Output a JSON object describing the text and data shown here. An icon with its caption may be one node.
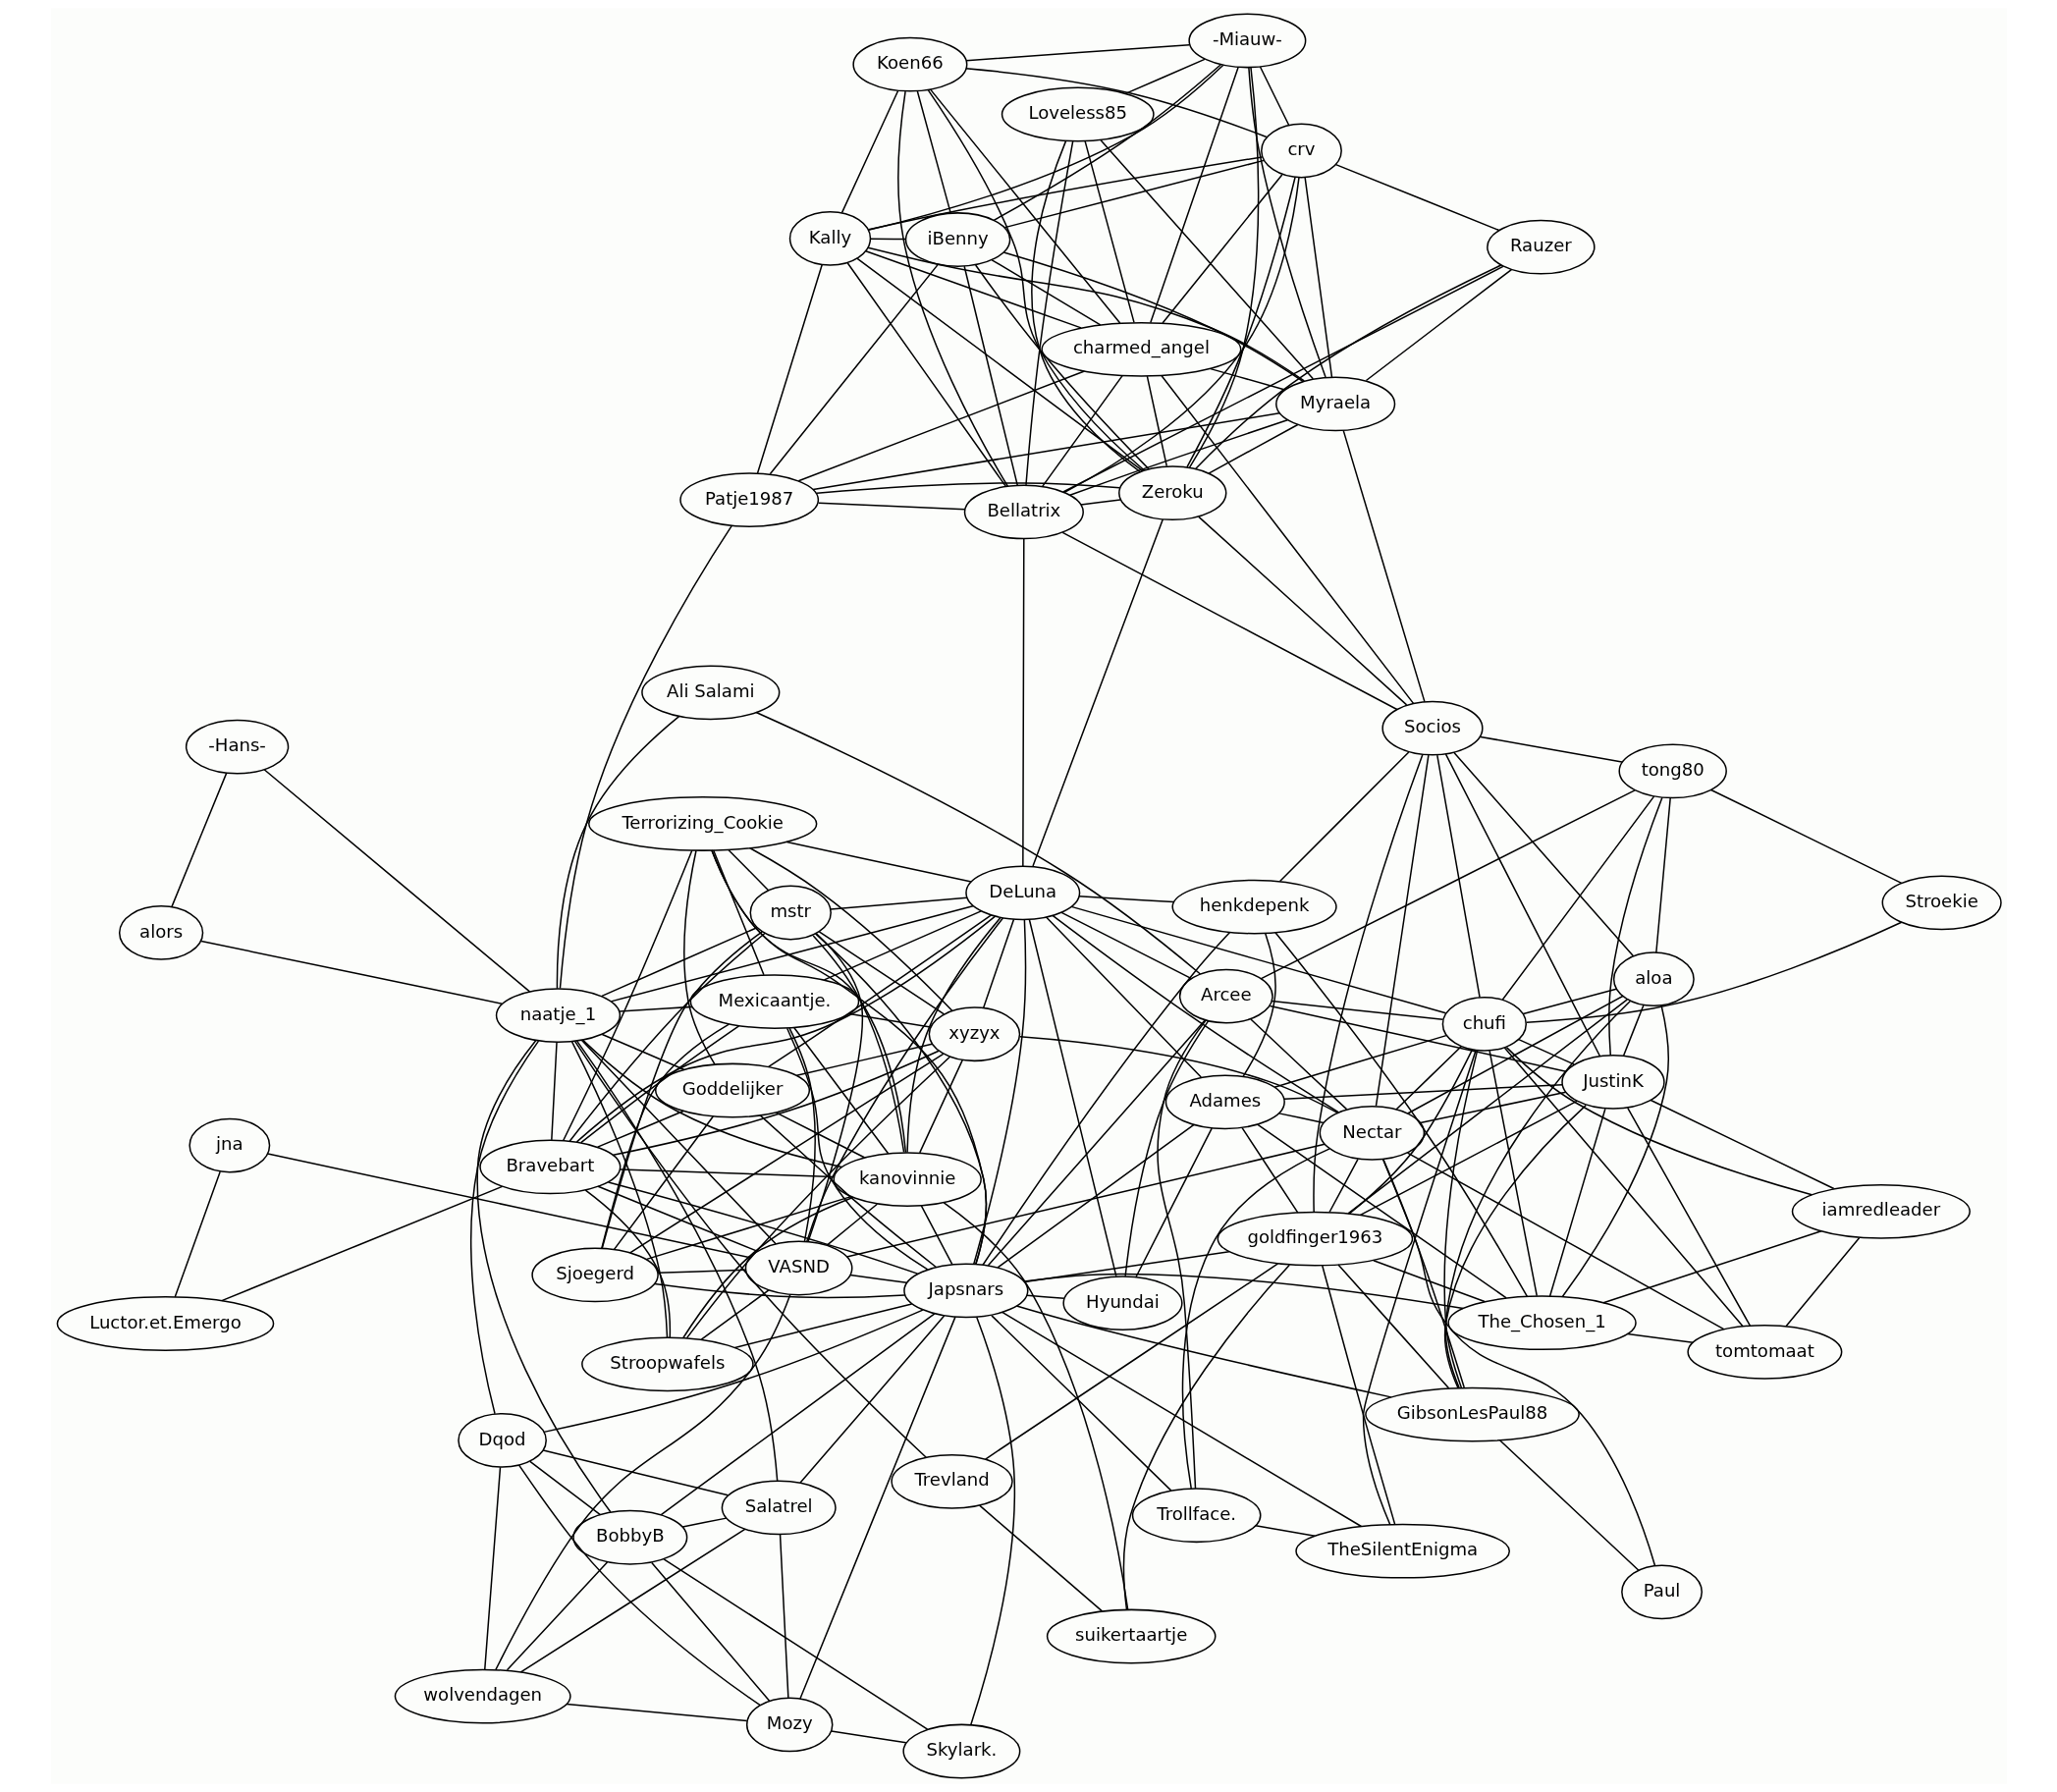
{
  "diagram": {
    "nodes": [
      {
        "text": [
          "Sjoegerd"
        ]
      },
      {
        "text": [
          "Luctor.et.Emergo"
        ]
      },
      {
        "text": [
          "wolvendagen"
        ]
      },
      {
        "text": [
          "jna"
        ]
      },
      {
        "text": [
          "Mozy"
        ]
      },
      {
        "text": [
          "Trollface."
        ]
      },
      {
        "text": [
          "Terrorizing_Cookie"
        ]
      },
      {
        "text": [
          "Stroopwafels"
        ]
      },
      {
        "text": [
          "Trevland"
        ]
      },
      {
        "text": [
          "suikertaartje"
        ]
      },
      {
        "text": [
          "Salatrel"
        ]
      },
      {
        "text": [
          "alors"
        ]
      },
      {
        "text": [
          "Paul"
        ]
      },
      {
        "text": [
          "Bravebart"
        ]
      },
      {
        "text": [
          "Mexicaantje."
        ]
      },
      {
        "text": [
          "Goddelijker"
        ]
      },
      {
        "text": [
          "TheSilentEnigma"
        ]
      },
      {
        "text": [
          "xyzyx"
        ]
      },
      {
        "text": [
          "Dqod"
        ]
      },
      {
        "text": [
          "BobbyB"
        ]
      },
      {
        "text": [
          "GibsonLesPaul88"
        ]
      },
      {
        "text": [
          "kanovinnie"
        ]
      },
      {
        "text": [
          "Japsnars"
        ]
      },
      {
        "text": [
          "VASND"
        ]
      },
      {
        "text": [
          "naatje_1"
        ]
      },
      {
        "text": [
          "goldfinger1963"
        ]
      },
      {
        "text": [
          "The_Chosen_1"
        ]
      },
      {
        "text": [
          "iamredleader"
        ]
      },
      {
        "text": [
          "mstr"
        ]
      },
      {
        "text": [
          "DeLuna"
        ]
      },
      {
        "text": [
          "-Hans-"
        ]
      },
      {
        "text": [
          "Skylark."
        ]
      },
      {
        "text": [
          "Adames"
        ]
      },
      {
        "text": [
          "Ali Salami"
        ]
      },
      {
        "text": [
          "Nectar"
        ]
      },
      {
        "text": [
          "Hyundai"
        ]
      },
      {
        "text": [
          "JustinK"
        ]
      },
      {
        "text": [
          "henkdepenk"
        ]
      },
      {
        "text": [
          "Patje1987"
        ]
      },
      {
        "text": [
          "Kally"
        ]
      },
      {
        "text": [
          "chufi"
        ]
      },
      {
        "text": [
          "Arcee"
        ]
      },
      {
        "text": [
          "Bellatrix"
        ]
      },
      {
        "text": [
          "Zeroku"
        ]
      },
      {
        "text": [
          "tomtomaat"
        ]
      },
      {
        "text": [
          "aloa"
        ]
      },
      {
        "text": [
          "Rauzer"
        ]
      },
      {
        "text": [
          "Socios"
        ]
      },
      {
        "text": [
          "Myraela"
        ]
      },
      {
        "text": [
          "iBenny"
        ]
      },
      {
        "text": [
          "charmed_angel"
        ]
      },
      {
        "text": [
          "Stroekie"
        ]
      },
      {
        "text": [
          "tong80"
        ]
      },
      {
        "text": [
          "Loveless85"
        ]
      },
      {
        "text": [
          "-Miauw-"
        ]
      },
      {
        "text": [
          "crv"
        ]
      },
      {
        "text": [
          "Koen66"
        ]
      }
    ],
    "edges": [
      {
        "from": 1,
        "to": 3,
        "arrow": "none"
      },
      {
        "from": 1,
        "to": 13,
        "arrow": "none"
      },
      {
        "from": 2,
        "to": 4,
        "arrow": "none"
      },
      {
        "from": 2,
        "to": 23,
        "arrow": "none"
      },
      {
        "from": 2,
        "to": 18,
        "arrow": "none"
      },
      {
        "from": 2,
        "to": 10,
        "arrow": "none"
      },
      {
        "from": 2,
        "to": 19,
        "arrow": "none"
      },
      {
        "from": 3,
        "to": 23,
        "arrow": "none"
      },
      {
        "from": 4,
        "to": 22,
        "arrow": "none"
      },
      {
        "from": 4,
        "to": 10,
        "arrow": "none"
      },
      {
        "from": 4,
        "to": 18,
        "arrow": "none"
      },
      {
        "from": 4,
        "to": 31,
        "arrow": "none"
      },
      {
        "from": 4,
        "to": 19,
        "arrow": "none"
      },
      {
        "from": 0,
        "to": 17,
        "arrow": "none"
      },
      {
        "from": 0,
        "to": 23,
        "arrow": "none"
      },
      {
        "from": 0,
        "to": 14,
        "arrow": "none"
      },
      {
        "from": 0,
        "to": 28,
        "arrow": "none"
      },
      {
        "from": 0,
        "to": 22,
        "arrow": "none"
      },
      {
        "from": 0,
        "to": 21,
        "arrow": "none"
      },
      {
        "from": 0,
        "to": 15,
        "arrow": "none"
      },
      {
        "from": 5,
        "to": 34,
        "arrow": "none"
      },
      {
        "from": 5,
        "to": 41,
        "arrow": "none"
      },
      {
        "from": 5,
        "to": 16,
        "arrow": "none"
      },
      {
        "from": 5,
        "to": 22,
        "arrow": "none"
      },
      {
        "from": 8,
        "to": 9,
        "arrow": "none"
      },
      {
        "from": 8,
        "to": 25,
        "arrow": "none"
      },
      {
        "from": 8,
        "to": 24,
        "arrow": "none"
      },
      {
        "from": 9,
        "to": 25,
        "arrow": "none"
      },
      {
        "from": 9,
        "to": 21,
        "arrow": "none"
      },
      {
        "from": 6,
        "to": 17,
        "arrow": "none"
      },
      {
        "from": 6,
        "to": 14,
        "arrow": "none"
      },
      {
        "from": 6,
        "to": 13,
        "arrow": "none"
      },
      {
        "from": 6,
        "to": 22,
        "arrow": "none"
      },
      {
        "from": 6,
        "to": 28,
        "arrow": "none"
      },
      {
        "from": 6,
        "to": 29,
        "arrow": "none"
      },
      {
        "from": 6,
        "to": 15,
        "arrow": "none"
      },
      {
        "from": 6,
        "to": 21,
        "arrow": "none"
      },
      {
        "from": 7,
        "to": 17,
        "arrow": "none"
      },
      {
        "from": 7,
        "to": 13,
        "arrow": "none"
      },
      {
        "from": 7,
        "to": 22,
        "arrow": "none"
      },
      {
        "from": 7,
        "to": 21,
        "arrow": "none"
      },
      {
        "from": 7,
        "to": 24,
        "arrow": "none"
      },
      {
        "from": 7,
        "to": 23,
        "arrow": "none"
      },
      {
        "from": 10,
        "to": 22,
        "arrow": "none"
      },
      {
        "from": 10,
        "to": 24,
        "arrow": "none"
      },
      {
        "from": 10,
        "to": 18,
        "arrow": "none"
      },
      {
        "from": 10,
        "to": 19,
        "arrow": "none"
      },
      {
        "from": 11,
        "to": 24,
        "arrow": "none"
      },
      {
        "from": 11,
        "to": 30,
        "arrow": "none"
      },
      {
        "from": 12,
        "to": 20,
        "arrow": "none"
      },
      {
        "from": 12,
        "to": 34,
        "arrow": "none"
      },
      {
        "from": 13,
        "to": 14,
        "arrow": "none"
      },
      {
        "from": 13,
        "to": 15,
        "arrow": "none"
      },
      {
        "from": 13,
        "to": 22,
        "arrow": "none"
      },
      {
        "from": 13,
        "to": 21,
        "arrow": "none"
      },
      {
        "from": 13,
        "to": 24,
        "arrow": "none"
      },
      {
        "from": 13,
        "to": 29,
        "arrow": "none"
      },
      {
        "from": 13,
        "to": 23,
        "arrow": "none"
      },
      {
        "from": 13,
        "to": 17,
        "arrow": "none"
      },
      {
        "from": 13,
        "to": 28,
        "arrow": "none"
      },
      {
        "from": 14,
        "to": 17,
        "arrow": "none"
      },
      {
        "from": 14,
        "to": 23,
        "arrow": "none"
      },
      {
        "from": 14,
        "to": 22,
        "arrow": "none"
      },
      {
        "from": 14,
        "to": 21,
        "arrow": "none"
      },
      {
        "from": 14,
        "to": 24,
        "arrow": "none"
      },
      {
        "from": 14,
        "to": 29,
        "arrow": "none"
      },
      {
        "from": 15,
        "to": 17,
        "arrow": "none"
      },
      {
        "from": 15,
        "to": 22,
        "arrow": "none"
      },
      {
        "from": 15,
        "to": 21,
        "arrow": "none"
      },
      {
        "from": 15,
        "to": 24,
        "arrow": "none"
      },
      {
        "from": 15,
        "to": 29,
        "arrow": "none"
      },
      {
        "from": 16,
        "to": 22,
        "arrow": "none"
      },
      {
        "from": 16,
        "to": 25,
        "arrow": "none"
      },
      {
        "from": 16,
        "to": 40,
        "arrow": "none"
      },
      {
        "from": 17,
        "to": 21,
        "arrow": "none"
      },
      {
        "from": 17,
        "to": 28,
        "arrow": "none"
      },
      {
        "from": 17,
        "to": 34,
        "arrow": "none"
      },
      {
        "from": 17,
        "to": 29,
        "arrow": "none"
      },
      {
        "from": 18,
        "to": 19,
        "arrow": "none"
      },
      {
        "from": 18,
        "to": 22,
        "arrow": "none"
      },
      {
        "from": 18,
        "to": 24,
        "arrow": "none"
      },
      {
        "from": 19,
        "to": 22,
        "arrow": "none"
      },
      {
        "from": 19,
        "to": 24,
        "arrow": "none"
      },
      {
        "from": 19,
        "to": 31,
        "arrow": "none"
      },
      {
        "from": 20,
        "to": 22,
        "arrow": "none"
      },
      {
        "from": 20,
        "to": 25,
        "arrow": "none"
      },
      {
        "from": 20,
        "to": 34,
        "arrow": "none"
      },
      {
        "from": 20,
        "to": 36,
        "arrow": "none"
      },
      {
        "from": 20,
        "to": 45,
        "arrow": "none"
      },
      {
        "from": 20,
        "to": 40,
        "arrow": "none"
      },
      {
        "from": 21,
        "to": 22,
        "arrow": "none"
      },
      {
        "from": 21,
        "to": 24,
        "arrow": "none"
      },
      {
        "from": 21,
        "to": 28,
        "arrow": "none"
      },
      {
        "from": 21,
        "to": 29,
        "arrow": "none"
      },
      {
        "from": 21,
        "to": 23,
        "arrow": "none"
      },
      {
        "from": 22,
        "to": 23,
        "arrow": "none"
      },
      {
        "from": 22,
        "to": 25,
        "arrow": "none"
      },
      {
        "from": 22,
        "to": 26,
        "arrow": "none"
      },
      {
        "from": 22,
        "to": 28,
        "arrow": "none"
      },
      {
        "from": 22,
        "to": 29,
        "arrow": "none"
      },
      {
        "from": 22,
        "to": 32,
        "arrow": "none"
      },
      {
        "from": 22,
        "to": 41,
        "arrow": "none"
      },
      {
        "from": 22,
        "to": 37,
        "arrow": "none"
      },
      {
        "from": 22,
        "to": 35,
        "arrow": "none"
      },
      {
        "from": 22,
        "to": 31,
        "arrow": "none"
      },
      {
        "from": 23,
        "to": 24,
        "arrow": "none"
      },
      {
        "from": 23,
        "to": 28,
        "arrow": "none"
      },
      {
        "from": 23,
        "to": 29,
        "arrow": "none"
      },
      {
        "from": 23,
        "to": 34,
        "arrow": "none"
      },
      {
        "from": 24,
        "to": 28,
        "arrow": "none"
      },
      {
        "from": 24,
        "to": 29,
        "arrow": "none"
      },
      {
        "from": 24,
        "to": 30,
        "arrow": "none"
      },
      {
        "from": 24,
        "to": 33,
        "arrow": "none"
      },
      {
        "from": 24,
        "to": 38,
        "arrow": "none"
      },
      {
        "from": 25,
        "to": 26,
        "arrow": "none"
      },
      {
        "from": 25,
        "to": 36,
        "arrow": "none"
      },
      {
        "from": 25,
        "to": 34,
        "arrow": "none"
      },
      {
        "from": 25,
        "to": 40,
        "arrow": "none"
      },
      {
        "from": 25,
        "to": 45,
        "arrow": "none"
      },
      {
        "from": 25,
        "to": 32,
        "arrow": "none"
      },
      {
        "from": 25,
        "to": 47,
        "arrow": "none"
      },
      {
        "from": 26,
        "to": 27,
        "arrow": "none"
      },
      {
        "from": 26,
        "to": 36,
        "arrow": "none"
      },
      {
        "from": 26,
        "to": 44,
        "arrow": "none"
      },
      {
        "from": 26,
        "to": 40,
        "arrow": "none"
      },
      {
        "from": 26,
        "to": 45,
        "arrow": "none"
      },
      {
        "from": 26,
        "to": 32,
        "arrow": "none"
      },
      {
        "from": 26,
        "to": 37,
        "arrow": "none"
      },
      {
        "from": 27,
        "to": 44,
        "arrow": "none"
      },
      {
        "from": 27,
        "to": 36,
        "arrow": "none"
      },
      {
        "from": 27,
        "to": 40,
        "arrow": "none"
      },
      {
        "from": 28,
        "to": 29,
        "arrow": "none"
      },
      {
        "from": 29,
        "to": 32,
        "arrow": "none"
      },
      {
        "from": 29,
        "to": 34,
        "arrow": "none"
      },
      {
        "from": 29,
        "to": 35,
        "arrow": "none"
      },
      {
        "from": 29,
        "to": 37,
        "arrow": "none"
      },
      {
        "from": 29,
        "to": 41,
        "arrow": "none"
      },
      {
        "from": 29,
        "to": 40,
        "arrow": "none"
      },
      {
        "from": 29,
        "to": 43,
        "arrow": "none"
      },
      {
        "from": 29,
        "to": 42,
        "arrow": "none"
      },
      {
        "from": 32,
        "to": 34,
        "arrow": "none"
      },
      {
        "from": 32,
        "to": 36,
        "arrow": "none"
      },
      {
        "from": 32,
        "to": 37,
        "arrow": "none"
      },
      {
        "from": 32,
        "to": 35,
        "arrow": "none"
      },
      {
        "from": 32,
        "to": 40,
        "arrow": "none"
      },
      {
        "from": 33,
        "to": 41,
        "arrow": "none"
      },
      {
        "from": 34,
        "to": 36,
        "arrow": "none"
      },
      {
        "from": 34,
        "to": 44,
        "arrow": "none"
      },
      {
        "from": 34,
        "to": 40,
        "arrow": "none"
      },
      {
        "from": 34,
        "to": 45,
        "arrow": "none"
      },
      {
        "from": 34,
        "to": 41,
        "arrow": "none"
      },
      {
        "from": 34,
        "to": 47,
        "arrow": "none"
      },
      {
        "from": 35,
        "to": 41,
        "arrow": "none"
      },
      {
        "from": 36,
        "to": 40,
        "arrow": "none"
      },
      {
        "from": 36,
        "to": 44,
        "arrow": "none"
      },
      {
        "from": 36,
        "to": 41,
        "arrow": "none"
      },
      {
        "from": 36,
        "to": 47,
        "arrow": "none"
      },
      {
        "from": 36,
        "to": 45,
        "arrow": "none"
      },
      {
        "from": 36,
        "to": 52,
        "arrow": "none"
      },
      {
        "from": 37,
        "to": 47,
        "arrow": "none"
      },
      {
        "from": 40,
        "to": 41,
        "arrow": "none"
      },
      {
        "from": 40,
        "to": 44,
        "arrow": "none"
      },
      {
        "from": 40,
        "to": 45,
        "arrow": "none"
      },
      {
        "from": 40,
        "to": 47,
        "arrow": "none"
      },
      {
        "from": 40,
        "to": 52,
        "arrow": "none"
      },
      {
        "from": 40,
        "to": 51,
        "arrow": "none"
      },
      {
        "from": 41,
        "to": 52,
        "arrow": "none"
      },
      {
        "from": 45,
        "to": 47,
        "arrow": "none"
      },
      {
        "from": 45,
        "to": 52,
        "arrow": "none"
      },
      {
        "from": 47,
        "to": 52,
        "arrow": "none"
      },
      {
        "from": 47,
        "to": 48,
        "arrow": "none"
      },
      {
        "from": 47,
        "to": 50,
        "arrow": "none"
      },
      {
        "from": 47,
        "to": 43,
        "arrow": "none"
      },
      {
        "from": 47,
        "to": 42,
        "arrow": "none"
      },
      {
        "from": 51,
        "to": 52,
        "arrow": "none"
      },
      {
        "from": 38,
        "to": 39,
        "arrow": "none"
      },
      {
        "from": 38,
        "to": 43,
        "arrow": "none"
      },
      {
        "from": 38,
        "to": 42,
        "arrow": "none"
      },
      {
        "from": 38,
        "to": 48,
        "arrow": "none"
      },
      {
        "from": 38,
        "to": 50,
        "arrow": "none"
      },
      {
        "from": 38,
        "to": 49,
        "arrow": "none"
      },
      {
        "from": 39,
        "to": 43,
        "arrow": "none"
      },
      {
        "from": 39,
        "to": 42,
        "arrow": "none"
      },
      {
        "from": 39,
        "to": 48,
        "arrow": "none"
      },
      {
        "from": 39,
        "to": 50,
        "arrow": "none"
      },
      {
        "from": 39,
        "to": 49,
        "arrow": "none"
      },
      {
        "from": 39,
        "to": 55,
        "arrow": "none"
      },
      {
        "from": 39,
        "to": 54,
        "arrow": "none"
      },
      {
        "from": 39,
        "to": 56,
        "arrow": "none"
      },
      {
        "from": 42,
        "to": 43,
        "arrow": "none"
      },
      {
        "from": 42,
        "to": 46,
        "arrow": "none"
      },
      {
        "from": 42,
        "to": 48,
        "arrow": "none"
      },
      {
        "from": 42,
        "to": 50,
        "arrow": "none"
      },
      {
        "from": 42,
        "to": 49,
        "arrow": "none"
      },
      {
        "from": 42,
        "to": 55,
        "arrow": "none"
      },
      {
        "from": 42,
        "to": 56,
        "arrow": "none"
      },
      {
        "from": 42,
        "to": 53,
        "arrow": "none"
      },
      {
        "from": 43,
        "to": 48,
        "arrow": "none"
      },
      {
        "from": 43,
        "to": 50,
        "arrow": "none"
      },
      {
        "from": 43,
        "to": 49,
        "arrow": "none"
      },
      {
        "from": 43,
        "to": 54,
        "arrow": "none"
      },
      {
        "from": 43,
        "to": 55,
        "arrow": "none"
      },
      {
        "from": 43,
        "to": 56,
        "arrow": "none"
      },
      {
        "from": 43,
        "to": 46,
        "arrow": "none"
      },
      {
        "from": 43,
        "to": 53,
        "arrow": "none"
      },
      {
        "from": 46,
        "to": 48,
        "arrow": "none"
      },
      {
        "from": 46,
        "to": 55,
        "arrow": "none"
      },
      {
        "from": 48,
        "to": 49,
        "arrow": "none"
      },
      {
        "from": 48,
        "to": 50,
        "arrow": "none"
      },
      {
        "from": 48,
        "to": 53,
        "arrow": "none"
      },
      {
        "from": 48,
        "to": 54,
        "arrow": "none"
      },
      {
        "from": 48,
        "to": 55,
        "arrow": "none"
      },
      {
        "from": 49,
        "to": 50,
        "arrow": "none"
      },
      {
        "from": 49,
        "to": 54,
        "arrow": "none"
      },
      {
        "from": 49,
        "to": 55,
        "arrow": "none"
      },
      {
        "from": 49,
        "to": 56,
        "arrow": "none"
      },
      {
        "from": 50,
        "to": 53,
        "arrow": "none"
      },
      {
        "from": 50,
        "to": 54,
        "arrow": "none"
      },
      {
        "from": 50,
        "to": 55,
        "arrow": "none"
      },
      {
        "from": 50,
        "to": 56,
        "arrow": "none"
      },
      {
        "from": 53,
        "to": 54,
        "arrow": "none"
      },
      {
        "from": 54,
        "to": 55,
        "arrow": "none"
      },
      {
        "from": 54,
        "to": 56,
        "arrow": "none"
      },
      {
        "from": 55,
        "to": 56,
        "arrow": "none"
      }
    ]
  }
}
